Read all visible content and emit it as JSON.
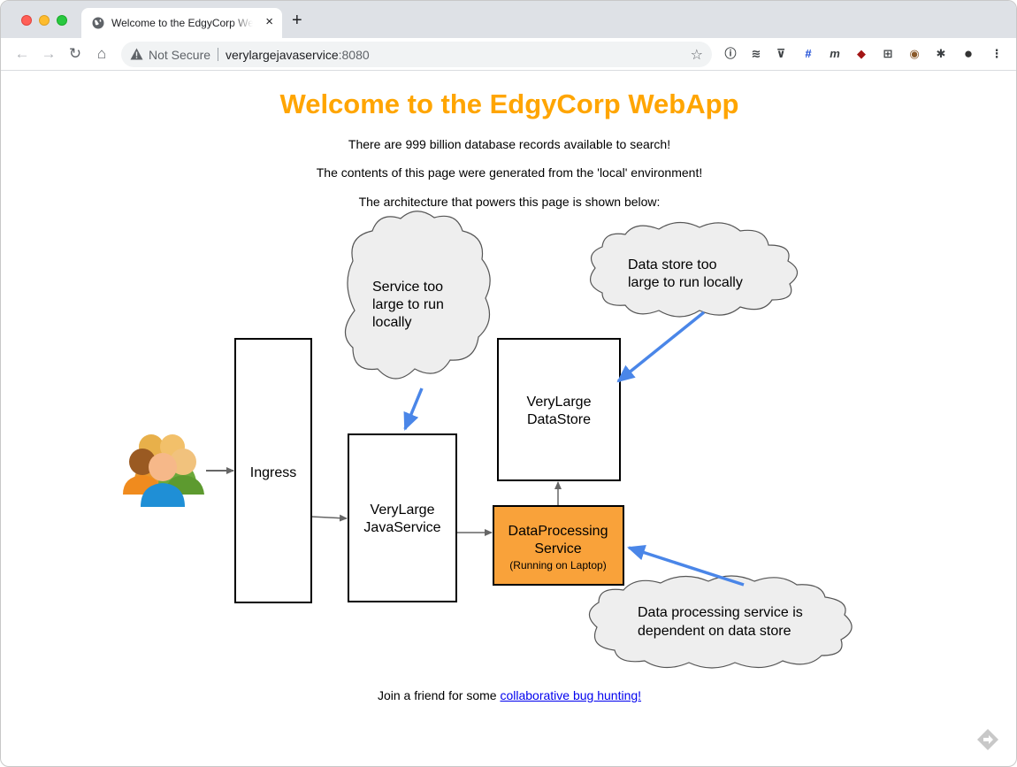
{
  "browser": {
    "tab_title": "Welcome to the EdgyCorp WebApp",
    "tab_close": "×",
    "new_tab": "+",
    "security_label": "Not Secure",
    "url_host": "verylargejavaservice",
    "url_port": ":8080",
    "bookmark_star": "☆",
    "extensions": [
      "ⓘ",
      "≋",
      "⊽",
      "#",
      "m",
      "◆",
      "⊞",
      "◉",
      "✱",
      "●",
      "⋮"
    ]
  },
  "page": {
    "heading": "Welcome to the EdgyCorp WebApp",
    "paragraphs": [
      "There are 999 billion database records available to search!",
      "The contents of this page were generated from the 'local' environment!",
      "The architecture that powers this page is shown below:"
    ],
    "footer_text": "Join a friend for some ",
    "footer_link": "collaborative bug hunting!"
  },
  "diagram": {
    "ingress": "Ingress",
    "java_service": [
      "VeryLarge",
      "JavaService"
    ],
    "data_store": [
      "VeryLarge",
      "DataStore"
    ],
    "data_processing": [
      "DataProcessing",
      "Service"
    ],
    "data_processing_note": "(Running on Laptop)",
    "cloud_service": [
      "Service too",
      "large to run",
      "locally"
    ],
    "cloud_datastore": [
      "Data store too",
      "large to run locally"
    ],
    "cloud_dependency": [
      "Data processing service is",
      "dependent on data store"
    ],
    "colors": {
      "heading": "#ffa500",
      "processing_fill": "#f9a23a",
      "cloud_fill": "#eeeeee",
      "blue_arrow": "#4a86e8",
      "gray_arrow": "#666666"
    }
  }
}
